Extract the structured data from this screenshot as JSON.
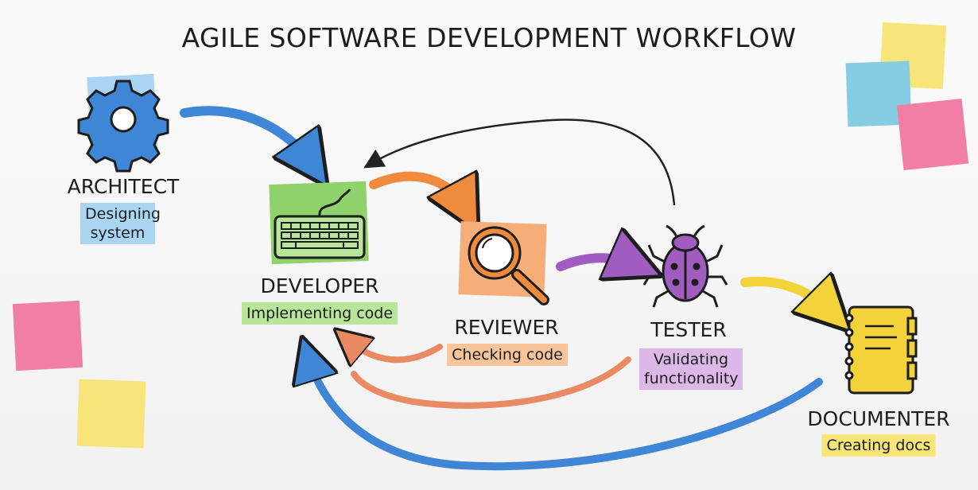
{
  "title": "AGILE SOFTWARE DEVELOPMENT WORKFLOW",
  "roles": [
    {
      "name": "ARCHITECT",
      "task": "Designing system",
      "icon": "gear-icon",
      "color": "#4a8fd9"
    },
    {
      "name": "DEVELOPER",
      "task": "Implementing code",
      "icon": "keyboard-icon",
      "color": "#8fd16a"
    },
    {
      "name": "REVIEWER",
      "task": "Checking code",
      "icon": "magnifier-icon",
      "color": "#f5a468"
    },
    {
      "name": "TESTER",
      "task": "Validating functionality",
      "icon": "bug-icon",
      "color": "#a060b8"
    },
    {
      "name": "DOCUMENTER",
      "task": "Creating docs",
      "icon": "notebook-icon",
      "color": "#f4d23a"
    }
  ]
}
